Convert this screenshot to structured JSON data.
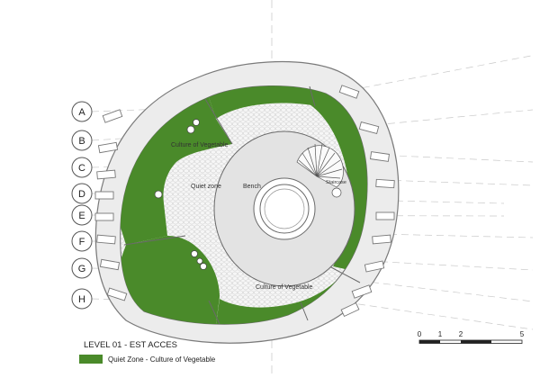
{
  "plan": {
    "title": "LEVEL 01 - EST ACCES",
    "legend": {
      "label": "Quiet Zone - Culture of Vegetable",
      "color": "#4a8a2a"
    },
    "labels": {
      "culture_top": "Culture of Vegetable",
      "quiet_zone": "Quiet zone",
      "bench": "Bench",
      "staircase": "Staircase",
      "culture_bottom": "Culture of Vegetable"
    },
    "grid_axes": [
      "A",
      "B",
      "C",
      "D",
      "E",
      "F",
      "G",
      "H"
    ],
    "scale_bar": {
      "ticks": [
        "0",
        "1",
        "2",
        "5"
      ]
    }
  }
}
